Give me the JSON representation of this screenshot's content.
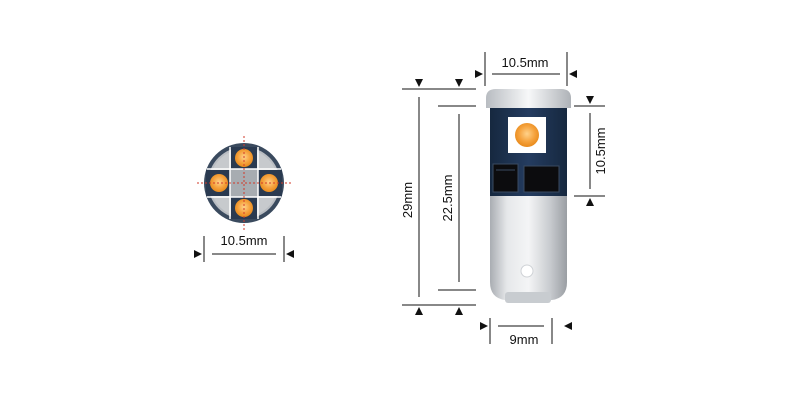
{
  "front_view": {
    "width_label": "10.5mm"
  },
  "side_view": {
    "top_width_label": "10.5mm",
    "head_height_label": "10.5mm",
    "total_height_label": "29mm",
    "body_height_label": "22.5mm",
    "base_width_label": "9mm"
  },
  "colors": {
    "led_amber": "#f5a23d",
    "pcb_navy": "#1f3557",
    "metal_silver": "#d6d8db",
    "dim_ink": "#111111"
  }
}
